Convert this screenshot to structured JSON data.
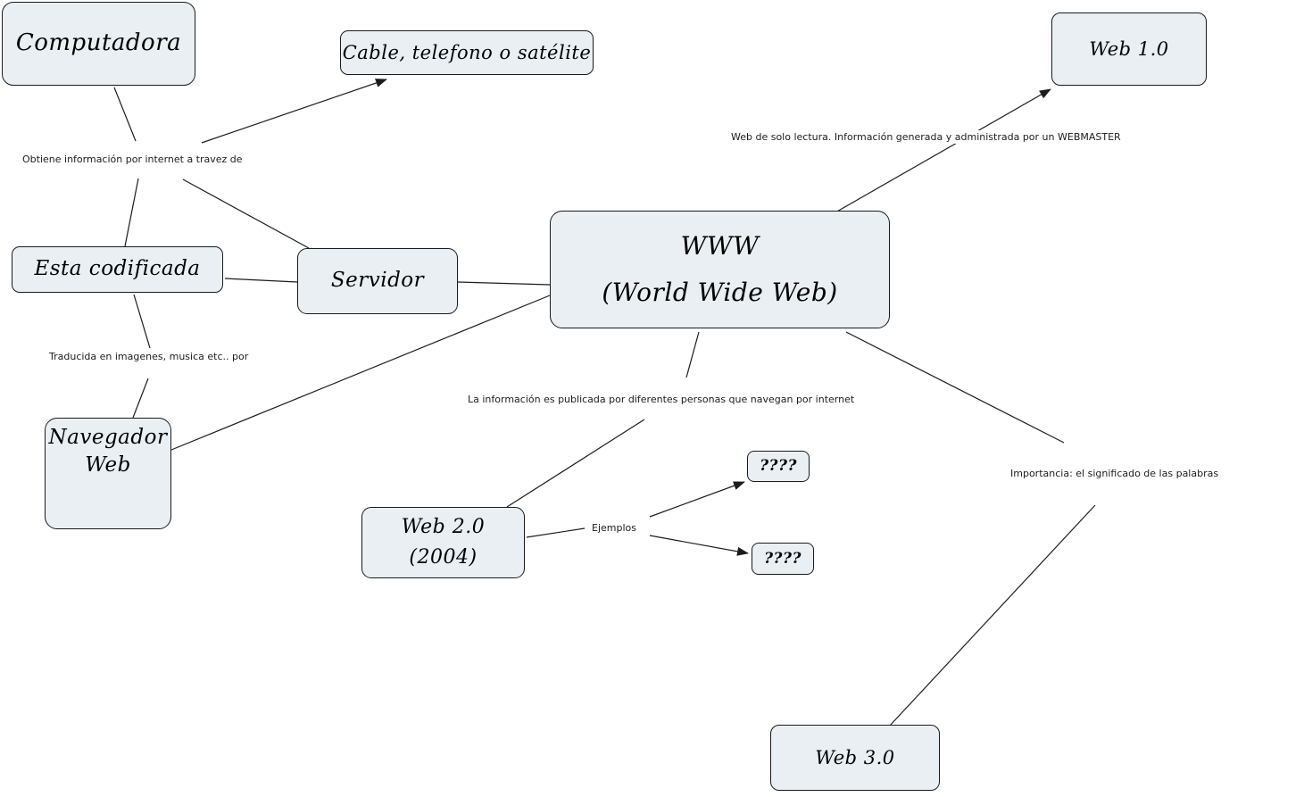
{
  "diagram": {
    "type": "concept-map",
    "topic": "WWW (World Wide Web)",
    "colors": {
      "background": "#ffffff",
      "node_fill": "#e9eff2",
      "node_border": "#1b1b1b",
      "edge_line": "#1c1c1c",
      "text": "#000000",
      "label_text": "#1c1c1c"
    },
    "nodes": {
      "computadora": {
        "label": "Computadora"
      },
      "cable": {
        "label": "Cable, telefono o satélite"
      },
      "web1": {
        "label": "Web 1.0"
      },
      "esta": {
        "label": "Esta codificada"
      },
      "servidor": {
        "label": "Servidor"
      },
      "www": {
        "line1": "WWW",
        "line2": "(World Wide Web)"
      },
      "navegador": {
        "line1": "Navegador",
        "line2": "Web"
      },
      "web2": {
        "line1": "Web 2.0",
        "line2": "(2004)"
      },
      "ejemplo1": {
        "label": "????"
      },
      "ejemplo2": {
        "label": "????"
      },
      "web3": {
        "label": "Web 3.0"
      }
    },
    "link_labels": {
      "obtiene": "Obtiene información por internet a travez de",
      "weblectura": "Web de solo lectura. Información generada y administrada por un WEBMASTER",
      "traducida": "Traducida en imagenes, musica etc.. por",
      "lainfo": "La información es publicada por diferentes personas que navegan por internet",
      "ejemplos": "Ejemplos",
      "importancia": "Importancia: el significado de las palabras"
    },
    "edges": [
      {
        "from": "Computadora",
        "to": "Cable, telefono o satélite",
        "label": "Obtiene información por internet a travez de",
        "arrow": true
      },
      {
        "from": "Computadora",
        "to": "Servidor",
        "label": "Obtiene información por internet a travez de",
        "arrow": false
      },
      {
        "from": "Computadora",
        "to": "Esta codificada",
        "label": "Obtiene información por internet a travez de",
        "arrow": false
      },
      {
        "from": "Esta codificada",
        "to": "Servidor",
        "label": "",
        "arrow": false
      },
      {
        "from": "Esta codificada",
        "to": "Navegador Web",
        "label": "Traducida en imagenes, musica etc.. por",
        "arrow": false
      },
      {
        "from": "Navegador Web",
        "to": "WWW (World Wide Web)",
        "label": "",
        "arrow": false
      },
      {
        "from": "Servidor",
        "to": "WWW (World Wide Web)",
        "label": "",
        "arrow": false
      },
      {
        "from": "WWW (World Wide Web)",
        "to": "Web 1.0",
        "label": "Web de solo lectura. Información generada y administrada por un WEBMASTER",
        "arrow": true
      },
      {
        "from": "WWW (World Wide Web)",
        "to": "Web 2.0 (2004)",
        "label": "La información es publicada por diferentes personas que navegan por internet",
        "arrow": false
      },
      {
        "from": "WWW (World Wide Web)",
        "to": "Web 3.0",
        "label": "Importancia: el significado de las palabras",
        "arrow": false
      },
      {
        "from": "Web 2.0 (2004)",
        "to": "????",
        "label": "Ejemplos",
        "arrow": true
      },
      {
        "from": "Web 2.0 (2004)",
        "to": "???? (2)",
        "label": "Ejemplos",
        "arrow": true
      }
    ]
  }
}
